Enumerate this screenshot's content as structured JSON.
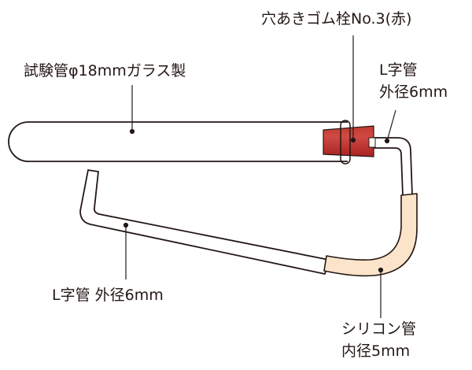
{
  "diagram": {
    "title": "",
    "colors": {
      "outline": "#231815",
      "stopper_red": "#b22a2a",
      "stopper_red_light": "#cf4a44",
      "silicone_tube": "#fbe4c9",
      "background": "#ffffff"
    },
    "components": [
      {
        "id": "test-tube",
        "name": "試験管",
        "detail": "φ18mm ガラス製"
      },
      {
        "id": "rubber-stopper",
        "name": "穴あきゴム栓",
        "detail": "No.3（赤）"
      },
      {
        "id": "l-tube-upper",
        "name": "L字管",
        "detail": "外径6mm"
      },
      {
        "id": "silicone-tube",
        "name": "シリコン管",
        "detail": "内径5mm"
      },
      {
        "id": "l-tube-lower",
        "name": "L字管",
        "detail": "外径6mm"
      }
    ],
    "labels": {
      "stopper": "穴あきゴム栓No.3(赤)",
      "test_tube": "試験管φ18mmガラス製",
      "l_tube_upper_line1": "L字管",
      "l_tube_upper_line2": "外径6mm",
      "l_tube_lower": "L字管 外径6mm",
      "silicone_line1": "シリコン管",
      "silicone_line2": "内径5mm"
    }
  }
}
